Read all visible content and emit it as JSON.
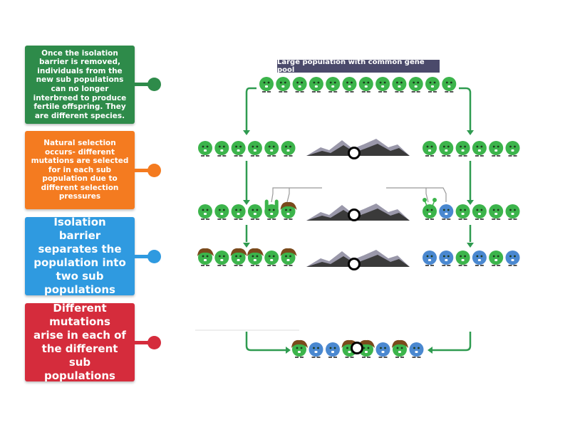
{
  "cards": [
    {
      "id": "speciation",
      "text": "Once the isolation barrier is removed, individuals from the new sub populations can no longer interbreed to produce fertile offspring. They are different species.",
      "color": "#2e8b4a",
      "size": "small"
    },
    {
      "id": "natural-selection",
      "text": "Natural selection occurs- different mutations are selected for in each sub population due to different selection pressures",
      "color": "#f47b20",
      "size": "small"
    },
    {
      "id": "isolation",
      "text": "Isolation barrier separates the population into two sub populations",
      "color": "#2f9ae0",
      "size": "big"
    },
    {
      "id": "mutations",
      "text": "Different mutations arise in each of the different sub populations",
      "color": "#d52c3c",
      "size": "big"
    }
  ],
  "diagram": {
    "title": "Large population with common gene pool",
    "colors": {
      "green": "#3cb44b",
      "blue": "#4a88d0",
      "hat": "#7a4a1c",
      "mountain": "#3a3a3a",
      "mountain_top": "#9a98aa",
      "arrow": "#2f9b50",
      "connector": "#999999"
    },
    "rows": {
      "top": [
        "g",
        "g",
        "g",
        "g",
        "g",
        "g",
        "g",
        "g",
        "g",
        "g",
        "g",
        "g"
      ],
      "row1_left": [
        "g",
        "g",
        "g",
        "g",
        "g",
        "g"
      ],
      "row1_right": [
        "g",
        "g",
        "g",
        "g",
        "g",
        "g"
      ],
      "row2_left": [
        "g",
        "g",
        "g",
        "g",
        "cactus",
        "hat"
      ],
      "row2_right": [
        "antenna",
        "b",
        "g",
        "g",
        "g",
        "g"
      ],
      "row3_left": [
        "hat",
        "g",
        "hat",
        "hat",
        "g",
        "hat"
      ],
      "row3_right": [
        "b",
        "b",
        "g",
        "b",
        "g",
        "b"
      ],
      "final": [
        "hat",
        "b",
        "b",
        "hat",
        "hat",
        "b",
        "hat",
        "b"
      ]
    },
    "drop_targets": [
      "target-1",
      "target-2",
      "target-3",
      "target-4"
    ]
  }
}
